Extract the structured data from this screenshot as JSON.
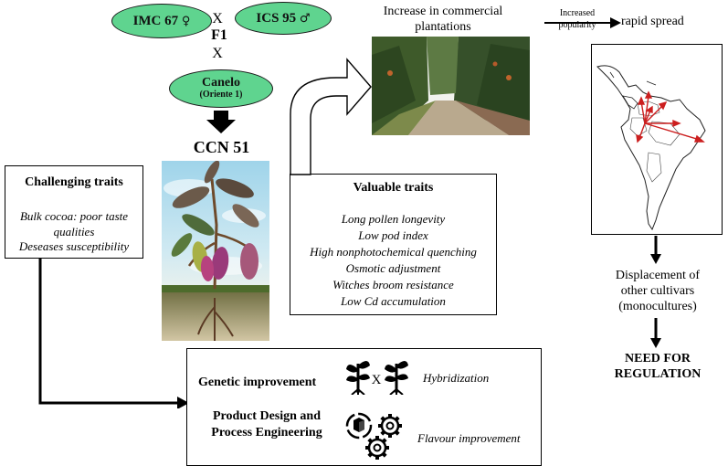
{
  "parents": {
    "female": {
      "label": "IMC 67",
      "symbol": "♀"
    },
    "male": {
      "label": "ICS 95",
      "symbol": "♂"
    },
    "cross_symbol_1": "X",
    "f1": "F1",
    "cross_symbol_2": "X"
  },
  "canelo": {
    "name": "Canelo",
    "origin": "(Oriente 1)"
  },
  "ccn51_title": "CCN 51",
  "challenging": {
    "title": "Challenging traits",
    "items": [
      "Bulk cocoa: poor taste qualities",
      "Deseases susceptibility"
    ]
  },
  "valuable": {
    "title": "Valuable traits",
    "items": [
      "Long pollen longevity",
      "Low pod index",
      "High nonphotochemical quenching",
      "Osmotic adjustment",
      "Witches broom  resistance",
      "Low Cd accumulation"
    ]
  },
  "plantations": {
    "line1": "Increase in commercial",
    "line2": "plantations"
  },
  "popularity": {
    "label_line1": "Increased",
    "label_line2": "popularity",
    "result": "rapid spread"
  },
  "displacement": {
    "line1": "Displacement of",
    "line2": "other cultivars",
    "line3": "(monocultures)"
  },
  "regulation": {
    "line1": "NEED FOR",
    "line2": "REGULATION"
  },
  "improvement": {
    "genetic": "Genetic improvement",
    "cross_symbol": "X",
    "hybridization": "Hybridization",
    "product_line1": "Product Design and",
    "product_line2": "Process Engineering",
    "flavour": "Flavour improvement"
  },
  "colors": {
    "oval_fill": "#5fd48f",
    "map_arrows": "#cc1f1f"
  },
  "icons": [
    "seedling-icon",
    "box-gears-icon",
    "gear-icon",
    "plant-illustration",
    "plantation-photo",
    "south-america-map"
  ]
}
